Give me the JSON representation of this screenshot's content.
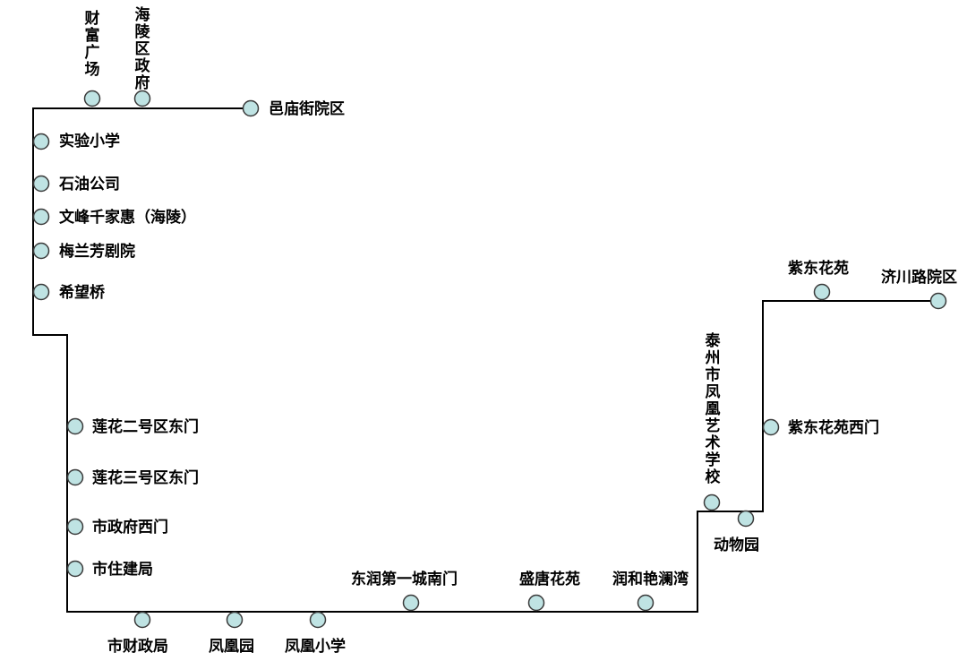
{
  "route": {
    "line_color": "#000000",
    "stop_fill": "#bfe3e3",
    "stop_stroke": "#3a3a3a",
    "stops": [
      {
        "name": "财富广场"
      },
      {
        "name": "海陵区政府"
      },
      {
        "name": "邑庙街院区"
      },
      {
        "name": "实验小学"
      },
      {
        "name": "石油公司"
      },
      {
        "name": "文峰千家惠（海陵）"
      },
      {
        "name": "梅兰芳剧院"
      },
      {
        "name": "希望桥"
      },
      {
        "name": "莲花二号区东门"
      },
      {
        "name": "莲花三号区东门"
      },
      {
        "name": "市政府西门"
      },
      {
        "name": "市住建局"
      },
      {
        "name": "市财政局"
      },
      {
        "name": "凤凰园"
      },
      {
        "name": "凤凰小学"
      },
      {
        "name": "东润第一城南门"
      },
      {
        "name": "盛唐花苑"
      },
      {
        "name": "润和艳澜湾"
      },
      {
        "name": "泰州市凤凰艺术学校"
      },
      {
        "name": "动物园"
      },
      {
        "name": "紫东花苑西门"
      },
      {
        "name": "紫东花苑"
      },
      {
        "name": "济川路院区"
      }
    ]
  }
}
